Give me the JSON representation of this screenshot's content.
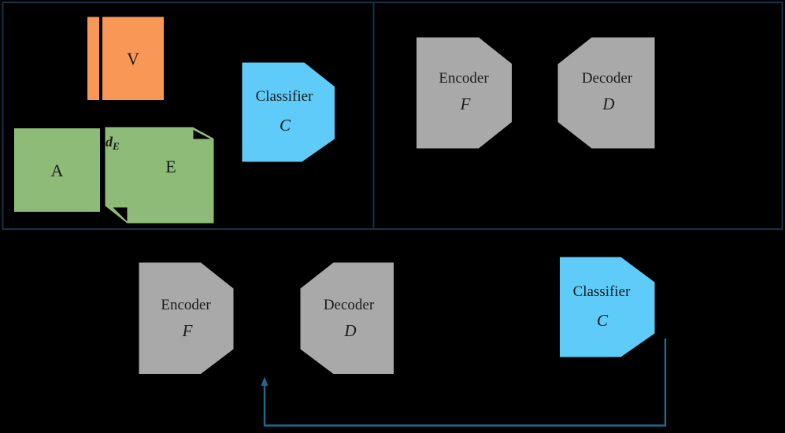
{
  "colors": {
    "background": "#000000",
    "panel_border": "#14324a",
    "video_orange": "#f99757",
    "audio_event_green": "#8fbb79",
    "classifier_blue": "#5ecbf9",
    "coder_gray": "#a9a9a9",
    "arrow_teal": "#1e6a8f",
    "text": "#1b1b1b"
  },
  "panels": {
    "modalities": {
      "video_label": "V",
      "audio_label": "A",
      "event_label": "E",
      "event_dim_main": "d",
      "event_dim_sub": "E",
      "classifier": {
        "title": "Classifier",
        "symbol": "C"
      }
    },
    "autoencoder_top": {
      "encoder": {
        "title": "Encoder",
        "symbol": "F"
      },
      "decoder": {
        "title": "Decoder",
        "symbol": "D"
      }
    },
    "pipeline_bottom": {
      "encoder": {
        "title": "Encoder",
        "symbol": "F"
      },
      "decoder": {
        "title": "Decoder",
        "symbol": "D"
      },
      "classifier": {
        "title": "Classifier",
        "symbol": "C"
      }
    }
  }
}
